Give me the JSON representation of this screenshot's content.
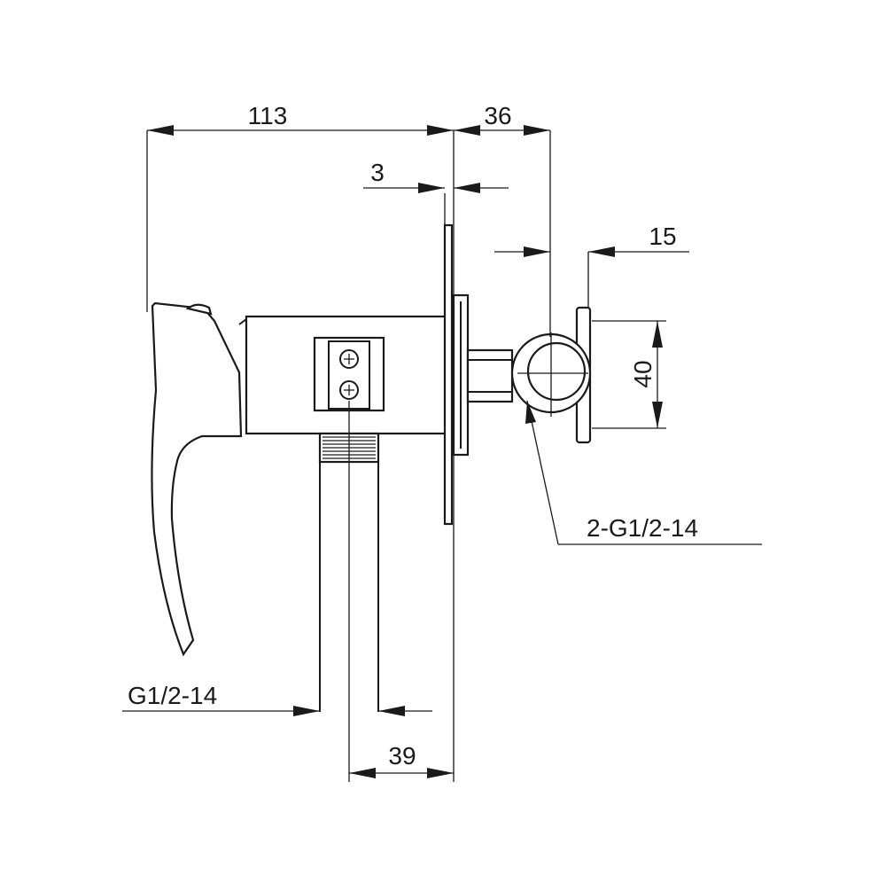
{
  "drawing": {
    "line_color": "#1a1a1a",
    "background": "#ffffff",
    "dimensions": {
      "overall_depth": "113",
      "outlet_offset": "36",
      "plate_thickness": "3",
      "flange_offset": "15",
      "flange_height": "40",
      "inlet_offset": "39"
    },
    "callouts": {
      "outlet_thread": "2-G1/2-14",
      "inlet_thread": "G1/2-14"
    }
  }
}
